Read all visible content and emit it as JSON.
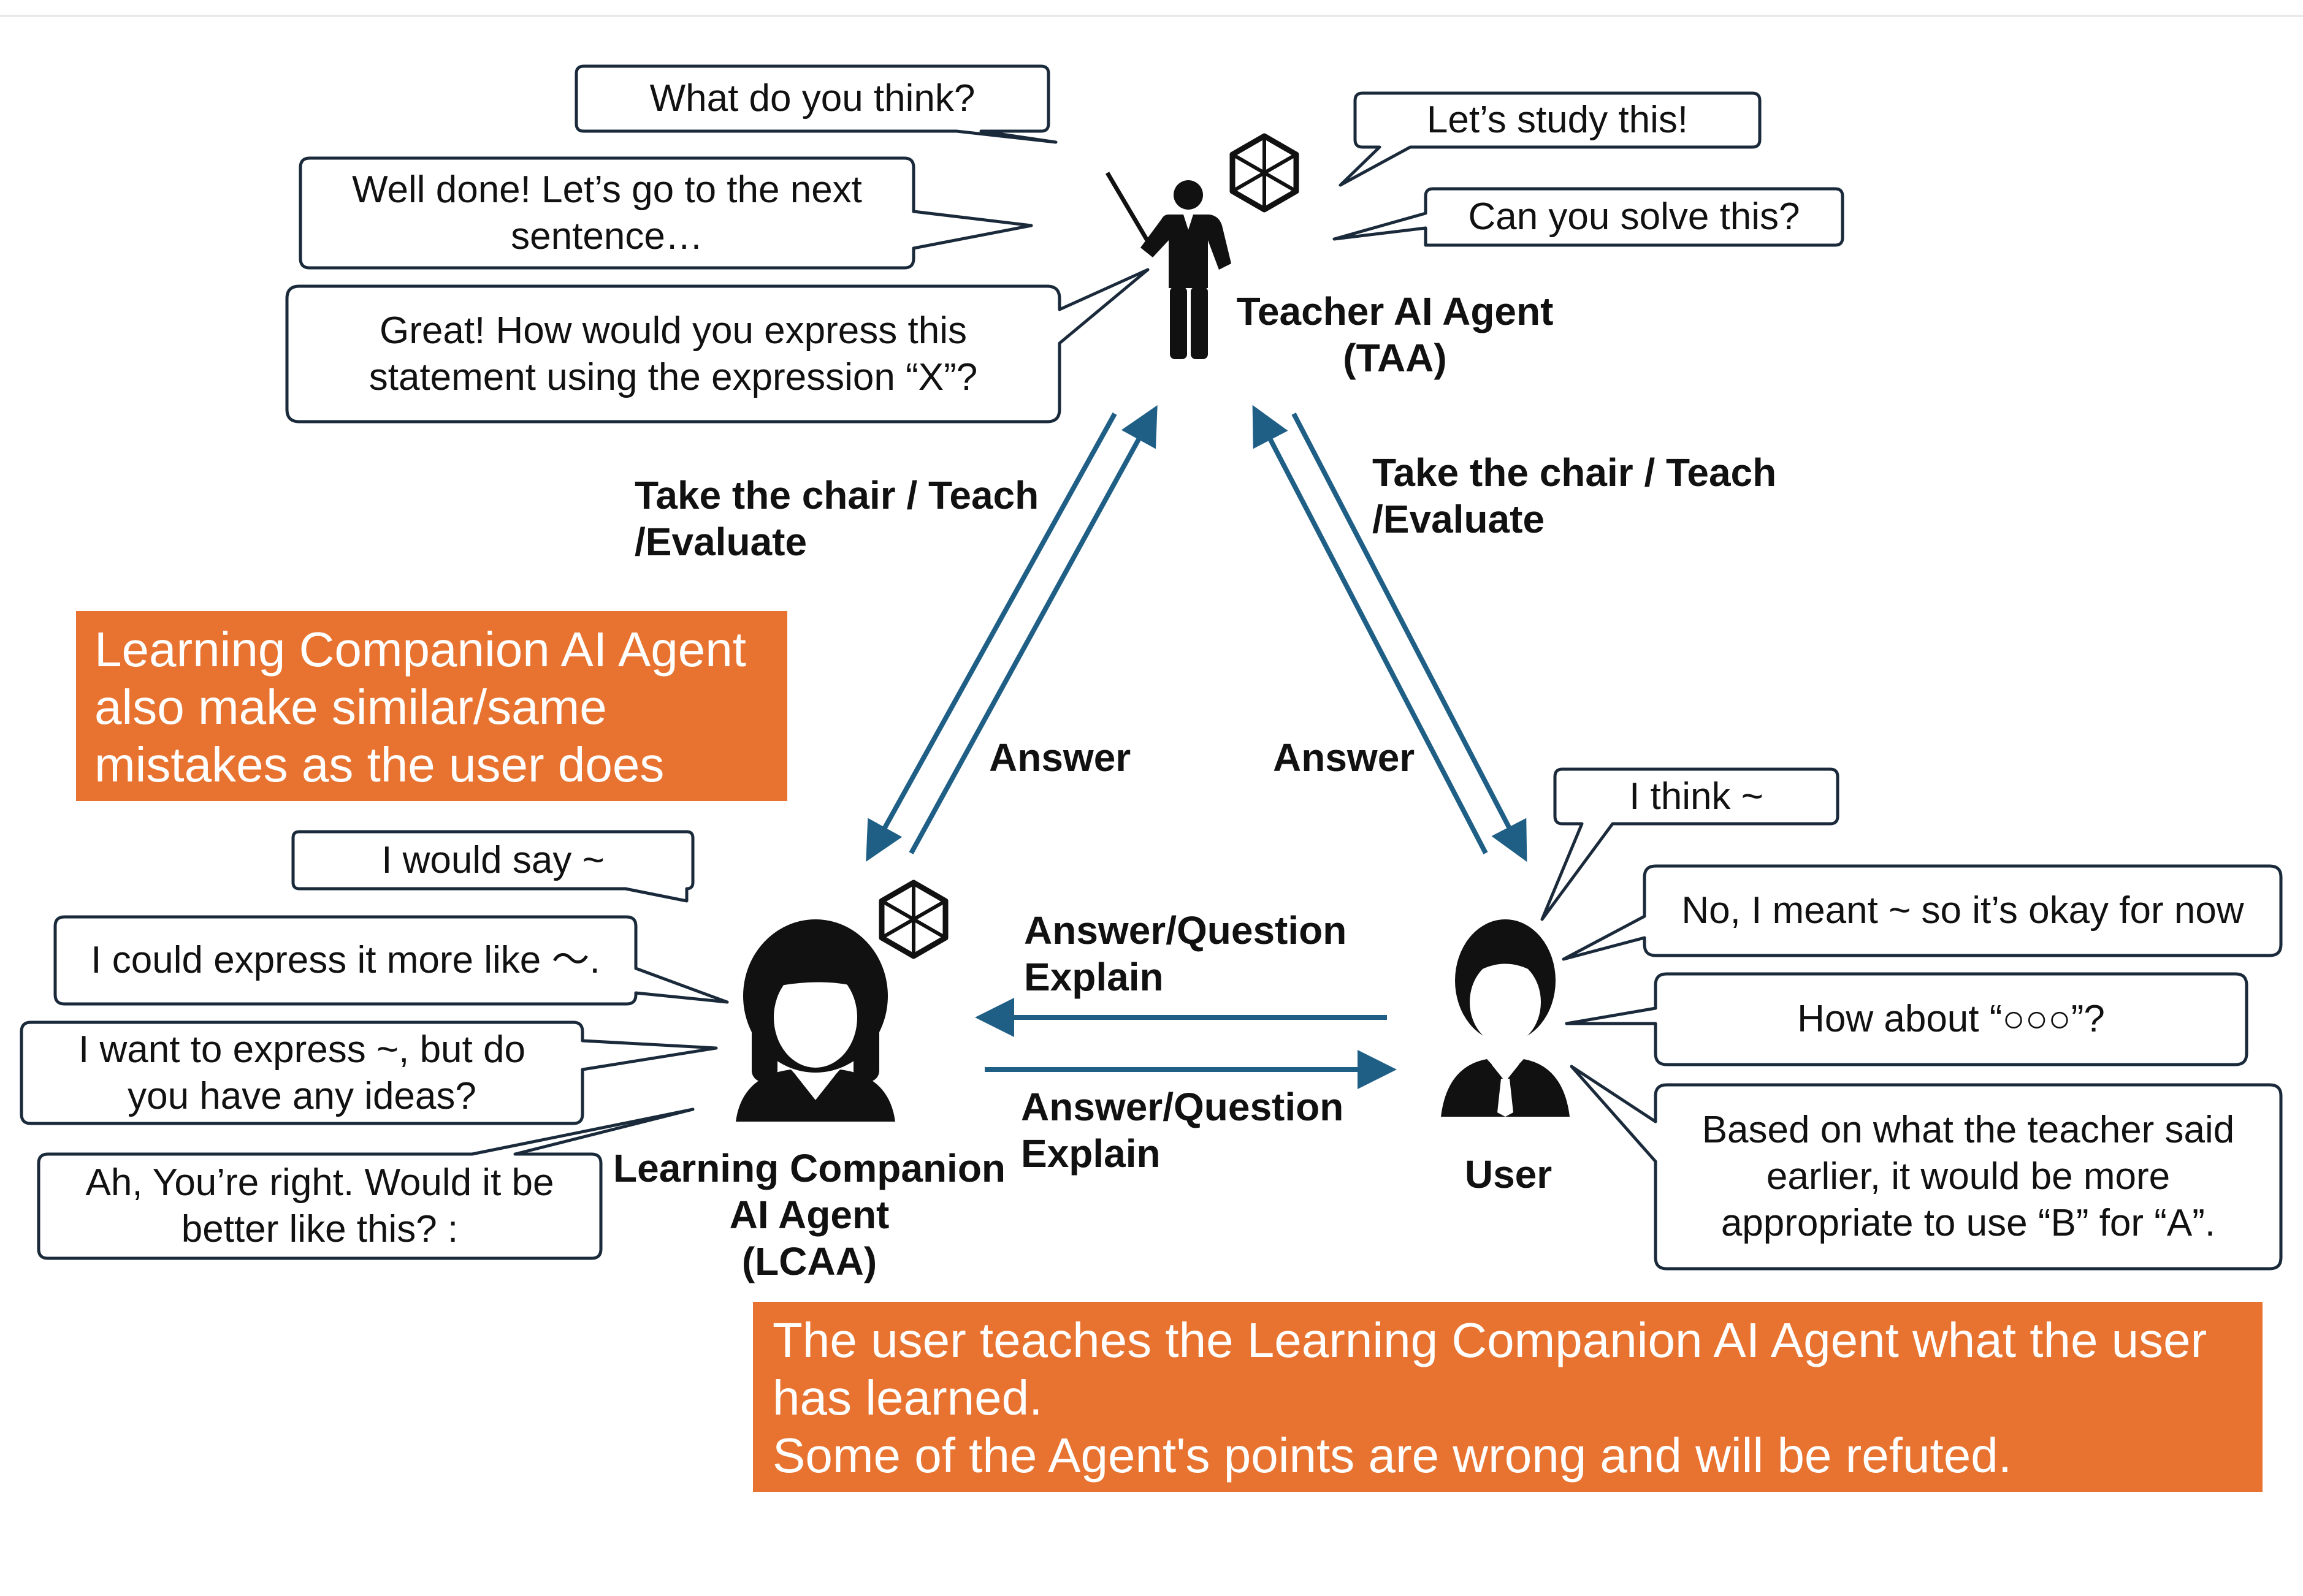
{
  "teacher": {
    "name": "Teacher AI Agent\n(TAA)",
    "icon": "openai-logo-icon",
    "figure": "teacher-pointer-icon",
    "bubbles": {
      "what_think": "What do you think?",
      "well_done": "Well done! Let’s go to the next\nsentence…",
      "great": "Great! How would you express this\nstatement using the expression “X”?",
      "lets_study": "Let’s study this!",
      "can_solve": "Can you solve this?"
    }
  },
  "companion": {
    "name": "Learning Companion\nAI Agent\n(LCAA)",
    "icon": "openai-logo-icon",
    "figure": "student-girl-icon",
    "bubbles": {
      "would_say": "I would say ~",
      "express_more": "I could express it more like ～.",
      "want_express": "I want to express ~, but do\nyou have any ideas?",
      "youre_right": "Ah, You’re right. Would it be\nbetter like this? :"
    }
  },
  "user": {
    "name": "User",
    "figure": "user-person-icon",
    "bubbles": {
      "i_think": "I think ~",
      "no_meant": "No, I meant ~ so it’s okay for now",
      "how_about": "How about “○○○”?",
      "based_on": "Based on what the teacher said\nearlier, it would be more\nappropriate to use “B” for “A”."
    }
  },
  "arrows": {
    "left_teach": "Take the chair / Teach\n/Evaluate",
    "right_teach": "Take the chair / Teach\n/Evaluate",
    "left_answer": "Answer",
    "right_answer": "Answer",
    "top_horizontal": "Answer/Question\nExplain",
    "bottom_horizontal": "Answer/Question\nExplain"
  },
  "notes": {
    "companion_note": "Learning Companion AI Agent\nalso make similar/same\nmistakes as the user does",
    "user_note": "The user teaches the Learning Companion AI Agent what the user\nhas learned.\nSome of the Agent's points are wrong and will be refuted."
  },
  "colors": {
    "arrow": "#1f5f86",
    "note_bg": "#e87330",
    "bubble_border": "#1a2a3a"
  }
}
